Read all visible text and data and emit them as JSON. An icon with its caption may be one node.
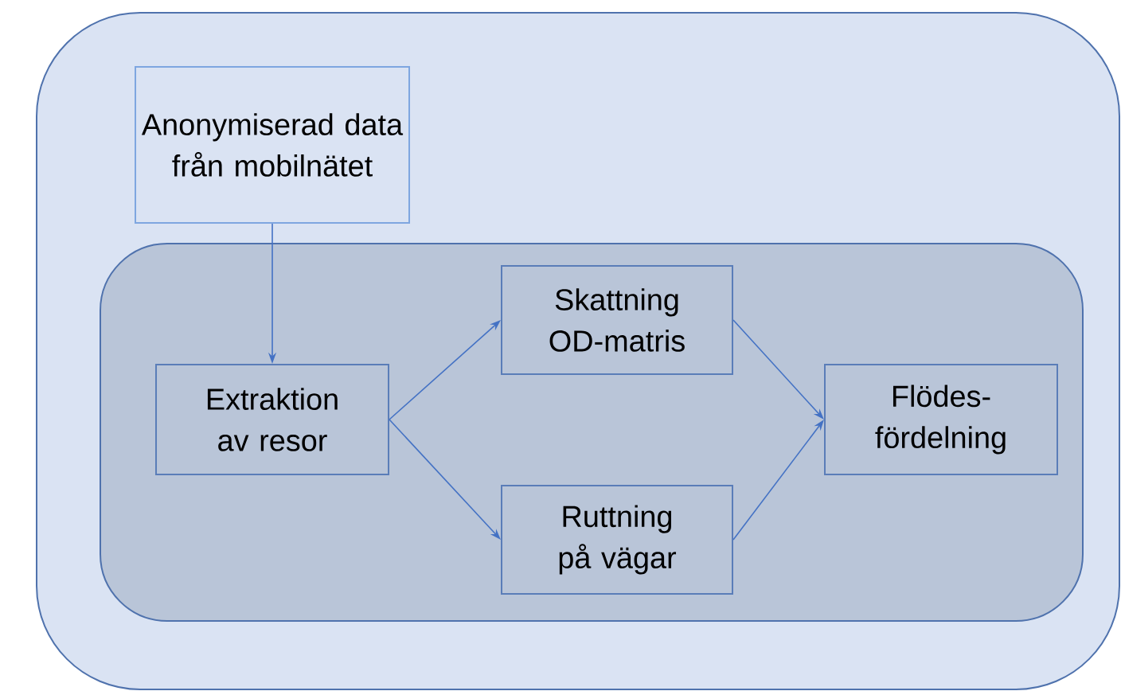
{
  "diagram": {
    "nodes": [
      {
        "text": [],
        "shape": "box"
      },
      {
        "text": [],
        "shape": "box",
        "in": 0
      },
      {
        "text": [
          "Anonymiserad data från mobilnätet"
        ],
        "in": 0
      },
      {
        "text": [
          "Extraktion av resor"
        ],
        "in": 1
      },
      {
        "text": [
          "Skattning OD-matris"
        ],
        "in": 1
      },
      {
        "text": [
          "Ruttning på vägar"
        ],
        "in": 1
      },
      {
        "text": [
          "Flödes- fördelning"
        ],
        "in": 1
      }
    ],
    "edges": [
      {
        "from": 2,
        "to": 3,
        "arrow": "to"
      },
      {
        "from": 3,
        "to": 4,
        "arrow": "to"
      },
      {
        "from": 3,
        "to": 5,
        "arrow": "to"
      },
      {
        "from": 4,
        "to": 6,
        "arrow": "to"
      },
      {
        "from": 5,
        "to": 6,
        "arrow": "to"
      }
    ]
  }
}
